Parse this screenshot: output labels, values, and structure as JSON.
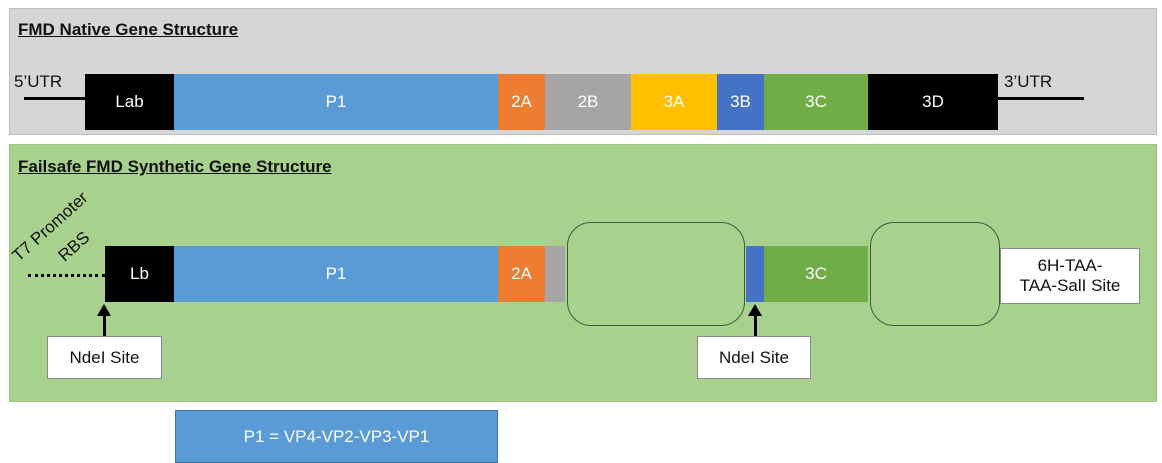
{
  "native": {
    "title": "FMD Native Gene Structure",
    "utr5": "5’UTR",
    "utr3": "3’UTR",
    "segments": [
      {
        "label": "Lab",
        "color": "#000000"
      },
      {
        "label": "P1",
        "color": "#5b9bd5"
      },
      {
        "label": "2A",
        "color": "#ed7d31"
      },
      {
        "label": "2B",
        "color": "#a5a5a5"
      },
      {
        "label": "3A",
        "color": "#ffc000"
      },
      {
        "label": "3B",
        "color": "#4472c4"
      },
      {
        "label": "3C",
        "color": "#70ad47"
      },
      {
        "label": "3D",
        "color": "#000000"
      }
    ]
  },
  "synthetic": {
    "title": "Failsafe FMD Synthetic Gene Structure",
    "t7": "T7 Promoter",
    "rbs": "RBS",
    "segments": [
      {
        "label": "Lb",
        "color": "#000000"
      },
      {
        "label": "P1",
        "color": "#5b9bd5"
      },
      {
        "label": "2A",
        "color": "#ed7d31"
      },
      {
        "label": "",
        "color": "#a5a5a5"
      },
      {
        "label": "",
        "color": "#4472c4"
      },
      {
        "label": "3C",
        "color": "#70ad47"
      }
    ],
    "site_left": "NdeI Site",
    "site_right": "NdeI Site",
    "tail_line1": "6H-TAA-",
    "tail_line2": "TAA-SalI Site"
  },
  "legend": "P1 = VP4-VP2-VP3-VP1"
}
